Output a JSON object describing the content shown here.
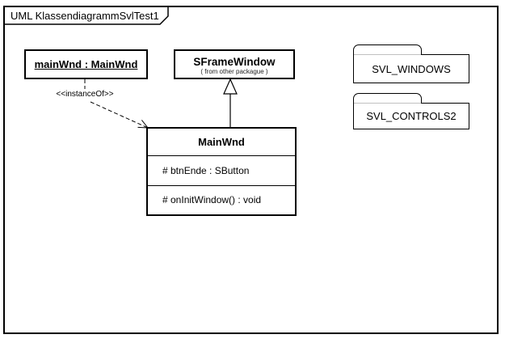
{
  "frame": {
    "title": "UML KlassendiagrammSvlTest1"
  },
  "object_mainwnd": {
    "label": "mainWnd : MainWnd"
  },
  "class_sframewindow": {
    "name": "SFrameWindow",
    "origin_note": "( from other packague )"
  },
  "class_mainwnd": {
    "name": "MainWnd",
    "attributes": [
      "# btnEnde : SButton"
    ],
    "operations": [
      "# onInitWindow() : void"
    ]
  },
  "packages": [
    {
      "name": "SVL_WINDOWS"
    },
    {
      "name": "SVL_CONTROLS2"
    }
  ],
  "relationships": {
    "instance_of_label": "<<instanceOf>>",
    "generalization": "MainWnd -> SFrameWindow"
  },
  "colors": {
    "line": "#000000",
    "background": "#ffffff",
    "package_tab_inner_line": "#c0c0c0"
  }
}
